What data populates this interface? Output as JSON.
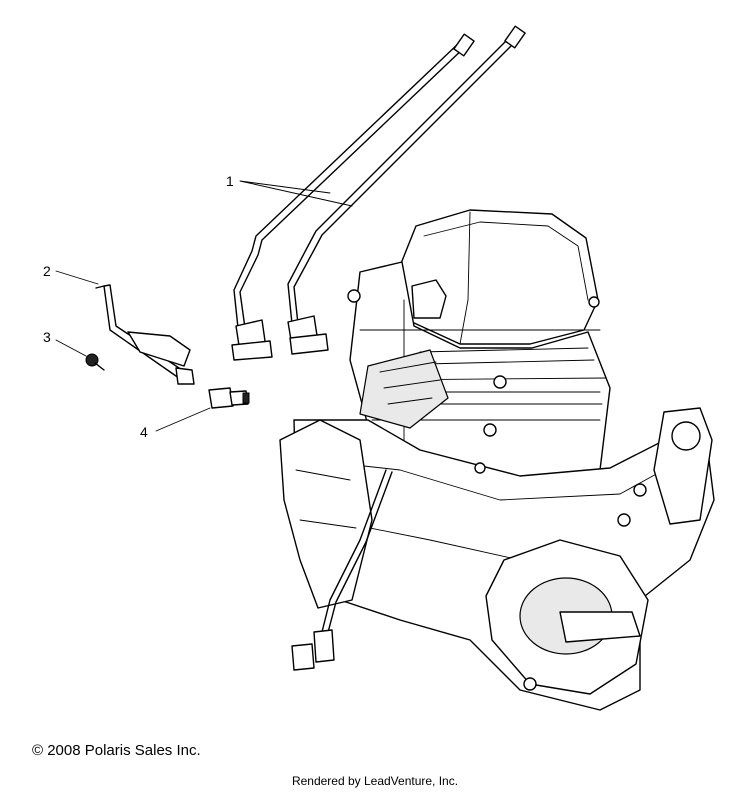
{
  "callouts": [
    {
      "number": "1"
    },
    {
      "number": "2"
    },
    {
      "number": "3"
    },
    {
      "number": "4"
    }
  ],
  "footer": {
    "copyright": "© 2008 Polaris Sales Inc.",
    "rendered_by": "Rendered by LeadVenture, Inc."
  }
}
